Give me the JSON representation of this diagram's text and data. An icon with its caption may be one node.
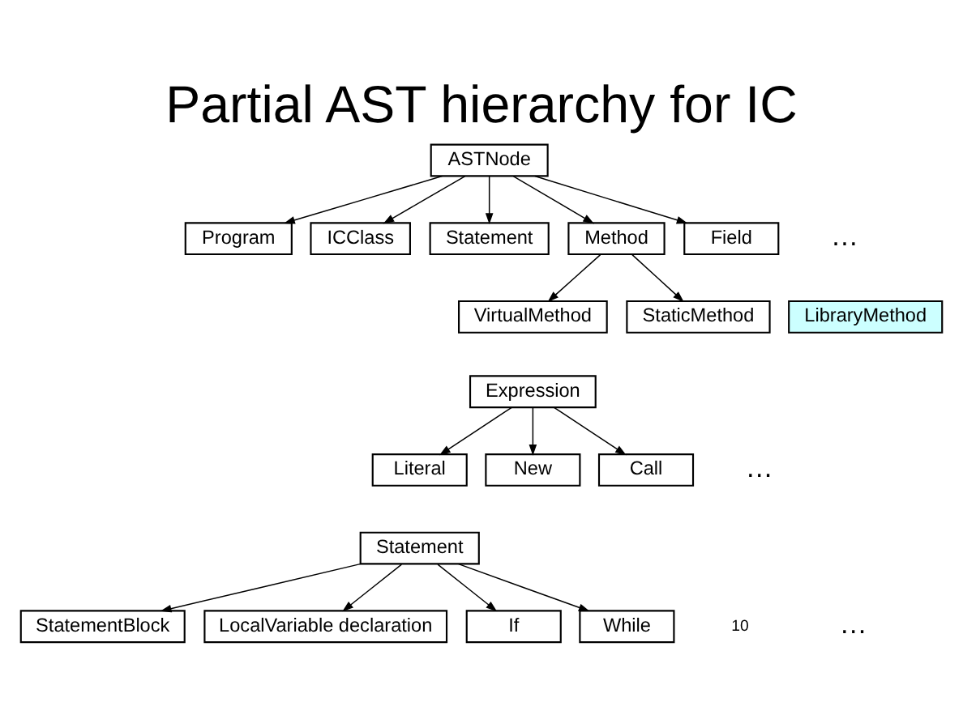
{
  "diagram": {
    "title": "Partial AST hierarchy for IC",
    "nodes": [
      {
        "text": [
          "ASTNode"
        ]
      },
      {
        "text": [
          "Program"
        ]
      },
      {
        "text": [
          "ICClass"
        ]
      },
      {
        "text": [
          "Statement"
        ]
      },
      {
        "text": [
          "Method"
        ]
      },
      {
        "text": [
          "Field"
        ]
      },
      {
        "text": [
          "VirtualMethod"
        ]
      },
      {
        "text": [
          "StaticMethod"
        ]
      },
      {
        "text": [
          "LibraryMethod"
        ]
      },
      {
        "text": [
          "Expression"
        ]
      },
      {
        "text": [
          "Literal"
        ]
      },
      {
        "text": [
          "New"
        ]
      },
      {
        "text": [
          "Call"
        ]
      },
      {
        "text": [
          "Statement"
        ]
      },
      {
        "text": [
          "StatementBlock"
        ]
      },
      {
        "text": [
          "LocalVariable declaration"
        ]
      },
      {
        "text": [
          "If"
        ]
      },
      {
        "text": [
          "While"
        ]
      }
    ],
    "edges": [
      {
        "from": 0,
        "to": 1,
        "arrow": "to"
      },
      {
        "from": 0,
        "to": 2,
        "arrow": "to"
      },
      {
        "from": 0,
        "to": 3,
        "arrow": "to"
      },
      {
        "from": 0,
        "to": 4,
        "arrow": "to"
      },
      {
        "from": 0,
        "to": 5,
        "arrow": "to"
      },
      {
        "from": 4,
        "to": 6,
        "arrow": "to"
      },
      {
        "from": 4,
        "to": 7,
        "arrow": "to"
      },
      {
        "from": 9,
        "to": 10,
        "arrow": "to"
      },
      {
        "from": 9,
        "to": 11,
        "arrow": "to"
      },
      {
        "from": 9,
        "to": 12,
        "arrow": "to"
      },
      {
        "from": 13,
        "to": 14,
        "arrow": "to"
      },
      {
        "from": 13,
        "to": 15,
        "arrow": "to"
      },
      {
        "from": 13,
        "to": 16,
        "arrow": "to"
      },
      {
        "from": 13,
        "to": 17,
        "arrow": "to"
      }
    ],
    "labels": [
      "…",
      "…",
      "…",
      "10"
    ]
  }
}
